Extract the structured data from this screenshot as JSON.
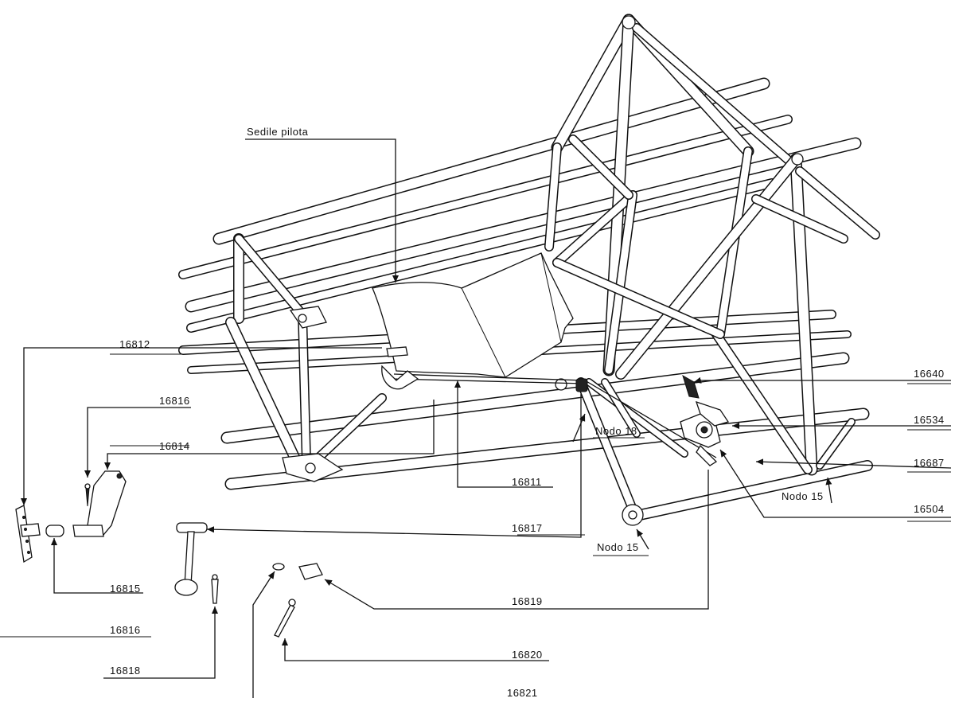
{
  "labels": {
    "sedile_pilota": "Sedile pilota",
    "p16812": "16812",
    "p16816a": "16816",
    "p16814": "16814",
    "p16811": "16811",
    "p16817": "16817",
    "p16815": "16815",
    "p16816b": "16816",
    "p16818": "16818",
    "p16819": "16819",
    "p16820": "16820",
    "p16821": "16821",
    "p16640": "16640",
    "p16534": "16534",
    "p16687": "16687",
    "p16504": "16504",
    "nodo18": "Nodo 18",
    "nodo15a": "Nodo 15",
    "nodo15b": "Nodo 15"
  },
  "colors": {
    "ink": "#111111",
    "paper": "#ffffff"
  }
}
